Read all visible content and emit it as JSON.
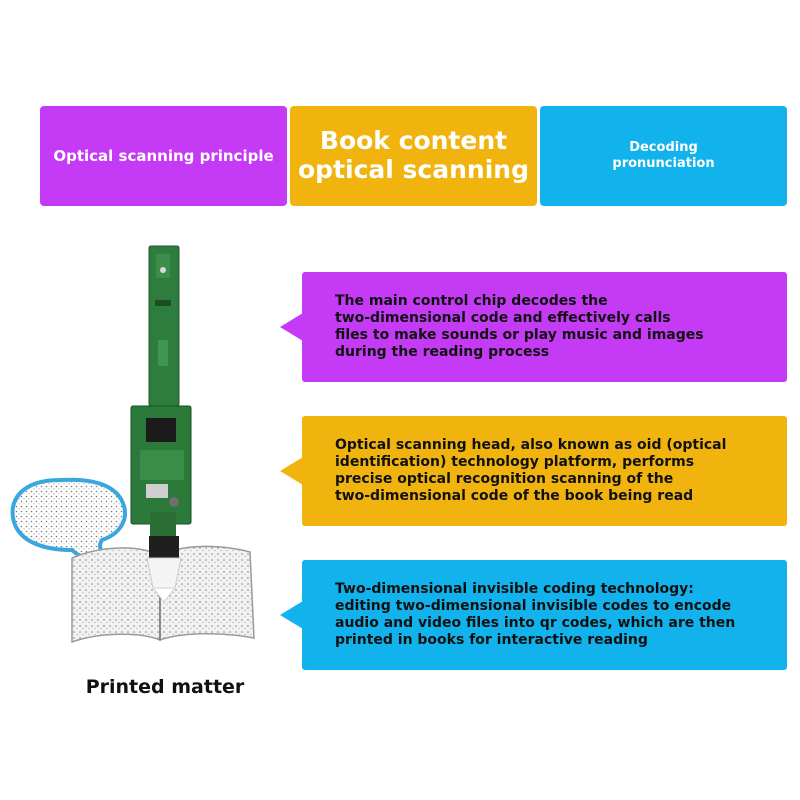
{
  "colors": {
    "purple": "#c53af5",
    "amber": "#f1b40f",
    "cyan": "#12b2ec",
    "text_dark": "#111111"
  },
  "header": {
    "tab1": "Optical scanning principle",
    "tab2": "Book content\noptical scanning",
    "tab3": "Decoding\npronunciation"
  },
  "cards": [
    {
      "text": "The main control chip decodes the\ntwo-dimensional code and effectively calls\nfiles to make sounds or play music and images\nduring the reading process"
    },
    {
      "text": "Optical scanning head, also known as oid (optical\nidentification) technology platform, performs\nprecise optical recognition scanning of the\ntwo-dimensional code of the book being read"
    },
    {
      "text": "Two-dimensional invisible coding technology:\nediting two-dimensional invisible codes to encode\naudio and video files into qr codes, which are then\nprinted in books for interactive reading"
    }
  ],
  "illustration": {
    "icons": [
      "speech-bubble-icon",
      "circuit-board-icon",
      "pen-tip-icon",
      "open-book-icon"
    ],
    "caption": "Printed matter"
  }
}
